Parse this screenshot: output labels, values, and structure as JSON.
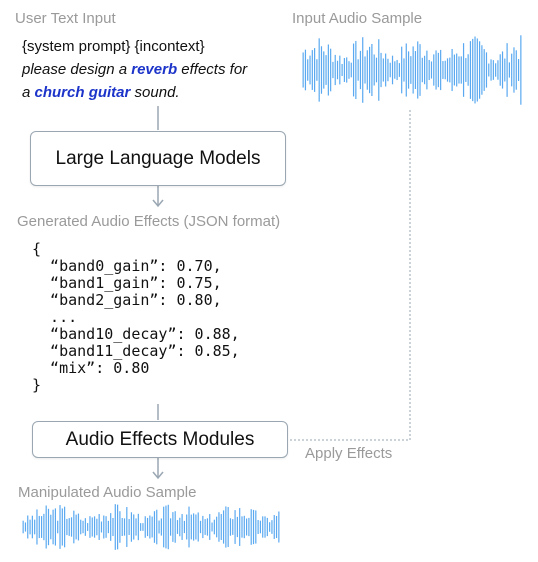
{
  "user_input": {
    "label": "User Text Input",
    "line1": "{system prompt} {incontext}",
    "line2_pre": "please design a ",
    "line2_kw": "reverb",
    "line2_post": " effects for",
    "line3_pre": "a ",
    "line3_kw": "church guitar",
    "line3_post": " sound."
  },
  "input_audio": {
    "label": "Input Audio Sample"
  },
  "llm_box": {
    "label": "Large Language Models"
  },
  "generated": {
    "label": "Generated Audio Effects (JSON format)",
    "lines": [
      "{",
      "  “band0_gain”: 0.70,",
      "  “band1_gain”: 0.75,",
      "  “band2_gain”: 0.80,",
      "  ...",
      "  “band10_decay”: 0.88,",
      "  “band11_decay”: 0.85,",
      "  “mix”: 0.80",
      "}"
    ]
  },
  "afx_box": {
    "label": "Audio Effects Modules"
  },
  "apply": {
    "label": "Apply Effects"
  },
  "output_audio": {
    "label": "Manipulated Audio Sample"
  },
  "colors": {
    "waveform": "#5aa9f0",
    "keyword": "#1c34c9",
    "gray_text": "#9a9a9a",
    "connector": "#9aa7b2"
  }
}
